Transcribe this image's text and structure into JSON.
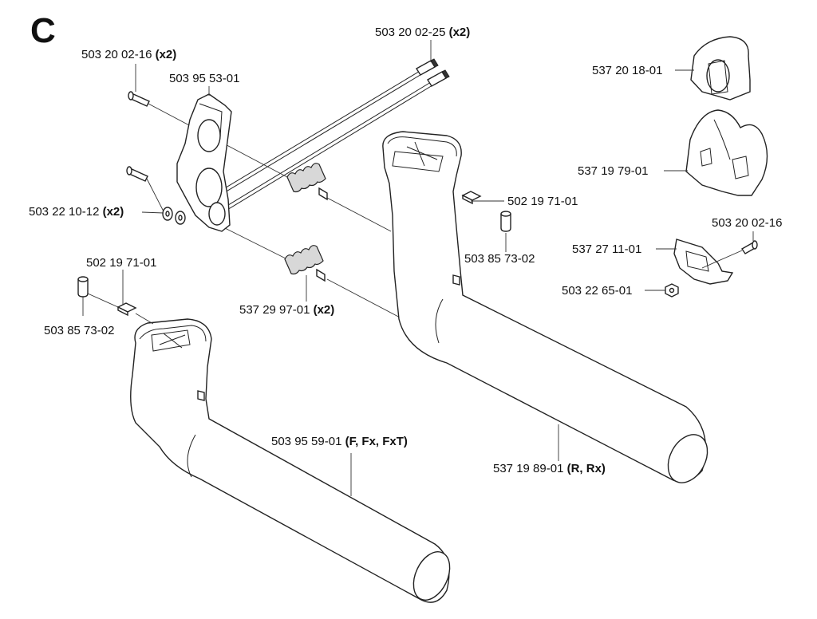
{
  "section": "C",
  "labels": {
    "screw_top_long": {
      "num": "503 20 02-25",
      "qty": "(x2)"
    },
    "screw_left": {
      "num": "503 20 02-16",
      "qty": "(x2)"
    },
    "bracket": {
      "num": "503 95 53-01"
    },
    "washer_left": {
      "num": "503 22 10-12",
      "qty": "(x2)"
    },
    "nut_right": {
      "num": "502 19 71-01"
    },
    "sleeve_right": {
      "num": "503 85 73-02"
    },
    "nut_left": {
      "num": "502 19 71-01"
    },
    "sleeve_left": {
      "num": "503 85 73-02"
    },
    "spring": {
      "num": "537 29 97-01",
      "qty": "(x2)"
    },
    "handle_left": {
      "num": "503 95 59-01",
      "qty": "(F, Fx, FxT)"
    },
    "handle_right": {
      "num": "537 19 89-01",
      "qty": "(R, Rx)"
    },
    "clip_top": {
      "num": "537 20 18-01"
    },
    "clip_mid": {
      "num": "537 19 79-01"
    },
    "screw_right": {
      "num": "503 20 02-16"
    },
    "clamp": {
      "num": "537 27 11-01"
    },
    "nut_small": {
      "num": "503 22 65-01"
    }
  }
}
